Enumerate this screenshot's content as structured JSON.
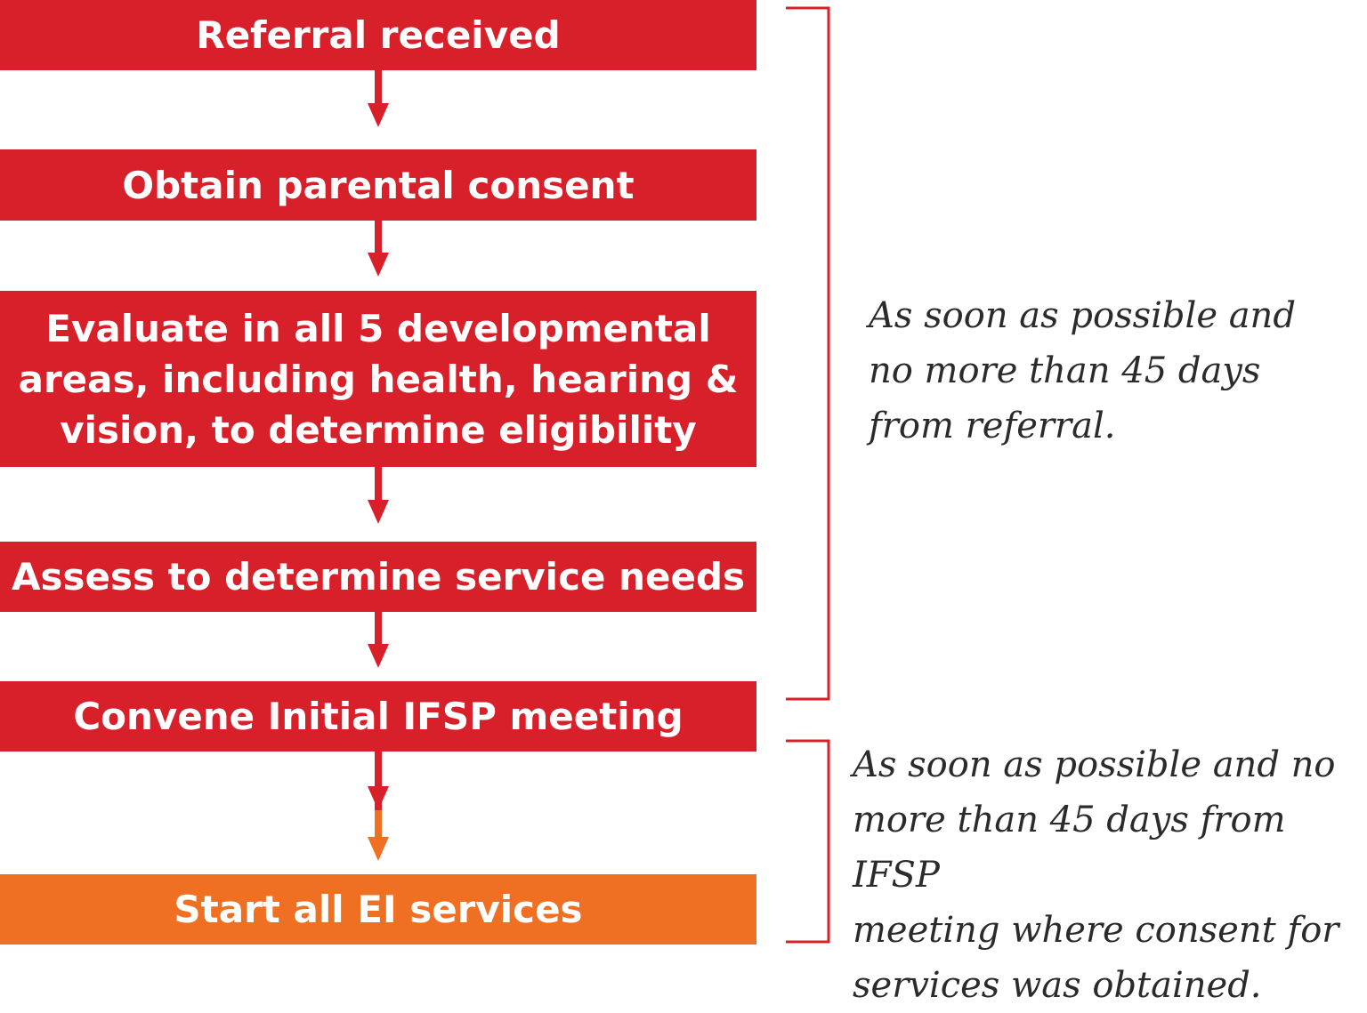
{
  "flowchart": {
    "steps": [
      {
        "id": "referral",
        "label": "Referral received"
      },
      {
        "id": "consent",
        "label": "Obtain parental consent"
      },
      {
        "id": "evaluate",
        "label": "Evaluate in all 5 developmental\nareas, including health, hearing &\nvision, to determine eligibility"
      },
      {
        "id": "assess",
        "label": "Assess to determine service needs"
      },
      {
        "id": "ifsp",
        "label": "Convene Initial IFSP meeting"
      },
      {
        "id": "start",
        "label": "Start all EI services"
      }
    ],
    "timelines": [
      {
        "id": "first-45-days",
        "text": "As soon as possible and\nno more than 45 days\nfrom referral."
      },
      {
        "id": "second-45-days",
        "text": "As soon as possible and no\nmore than 45 days from IFSP\nmeeting where consent for\nservices was obtained."
      }
    ]
  },
  "colors": {
    "primary_red": "#d7202a",
    "accent_orange": "#ef7022",
    "note_text": "#2b2b2b"
  }
}
